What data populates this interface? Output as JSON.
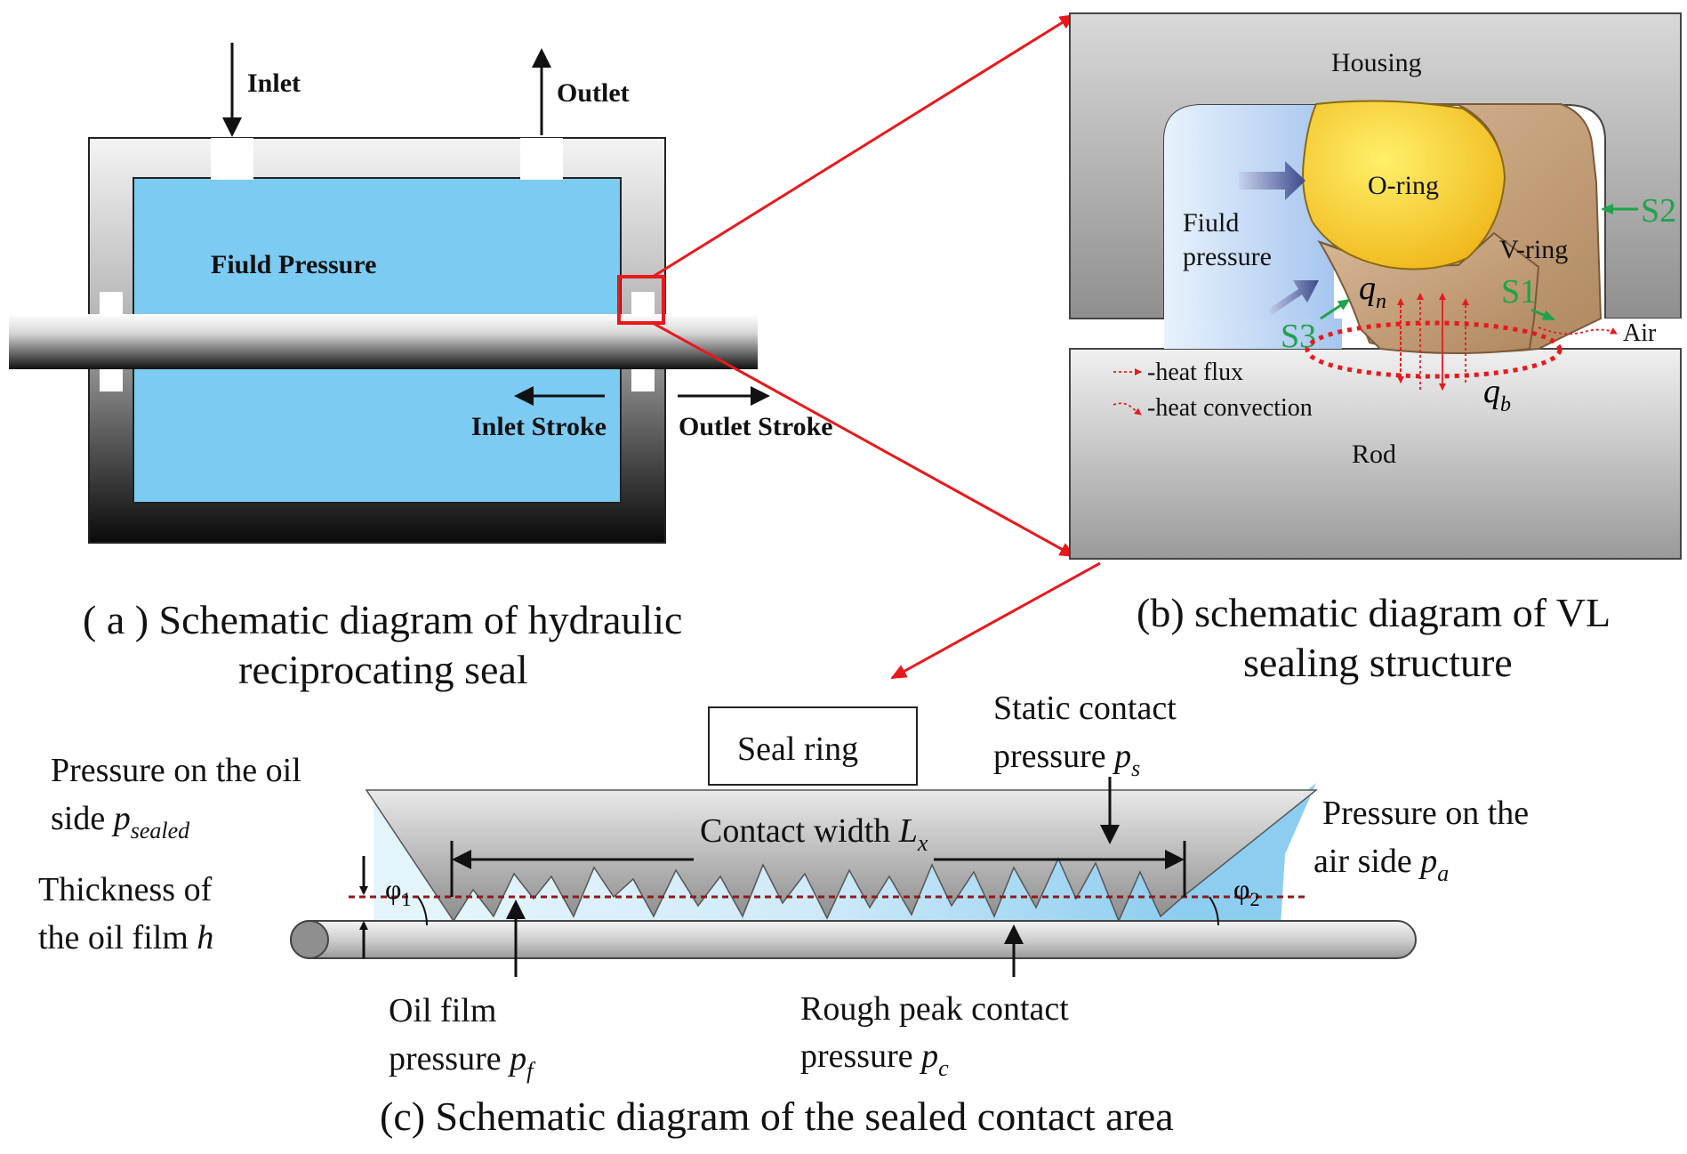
{
  "panel_a": {
    "inlet": "Inlet",
    "outlet": "Outlet",
    "fluid_pressure": "Fiuld Pressure",
    "inlet_stroke": "Inlet Stroke",
    "outlet_stroke": "Outlet Stroke",
    "caption_line1": "( a ) Schematic diagram of hydraulic",
    "caption_line2": "reciprocating seal"
  },
  "panel_b": {
    "housing": "Housing",
    "o_ring": "O-ring",
    "v_ring": "V-ring",
    "fluid_pressure_line1": "Fiuld",
    "fluid_pressure_line2": "pressure",
    "s1": "S1",
    "s2": "S2",
    "s3": "S3",
    "qn_base": "q",
    "qn_sub": "n",
    "qb_base": "q",
    "qb_sub": "b",
    "air": "Air",
    "heat_flux": "-heat flux",
    "heat_convection": "-heat convection",
    "rod": "Rod",
    "caption_line1": "(b) schematic diagram of VL",
    "caption_line2": "sealing structure"
  },
  "panel_c": {
    "seal_ring": "Seal ring",
    "static_line1": "Static contact",
    "static_line2": "pressure ",
    "static_sym": "p",
    "static_sub": "s",
    "oil_side_line1": "Pressure on the oil",
    "oil_side_line2": "side ",
    "oil_side_sym": "p",
    "oil_side_sub": "sealed",
    "contact_width": "Contact width ",
    "contact_sym": "L",
    "contact_sub": "x",
    "air_side_line1": "Pressure on the",
    "air_side_line2": "air side ",
    "air_side_sym": "p",
    "air_side_sub": "a",
    "thickness_line1": "Thickness of",
    "thickness_line2": "the oil film ",
    "thickness_sym": "h",
    "phi1_base": "φ",
    "phi1_sub": "1",
    "phi2_base": "φ",
    "phi2_sub": "2",
    "oil_film_line1": "Oil film",
    "oil_film_line2": "pressure ",
    "oil_film_sym": "p",
    "oil_film_sub": "f",
    "rough_line1": "Rough peak contact",
    "rough_line2": "pressure ",
    "rough_sym": "p",
    "rough_sub": "c",
    "caption": "(c) Schematic diagram of the sealed contact area"
  },
  "colors": {
    "fluid": "#7ccbf3",
    "o_ring": "#f6cf2a",
    "v_ring": "#c09a74",
    "callout": "#e8191d",
    "seal_green": "#1fa34a"
  }
}
